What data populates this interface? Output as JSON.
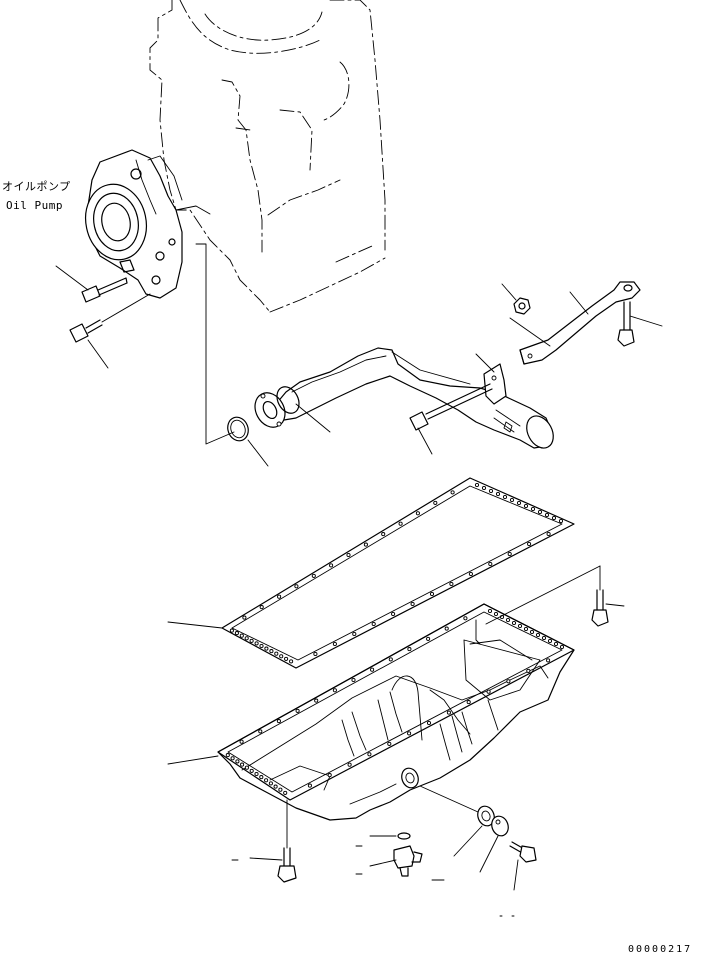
{
  "labels": {
    "oil_pump_jp": "オイルポンプ",
    "oil_pump_en": "Oil Pump",
    "drawing_code": "00000217"
  },
  "colors": {
    "line": "#000000",
    "background": "#ffffff"
  }
}
